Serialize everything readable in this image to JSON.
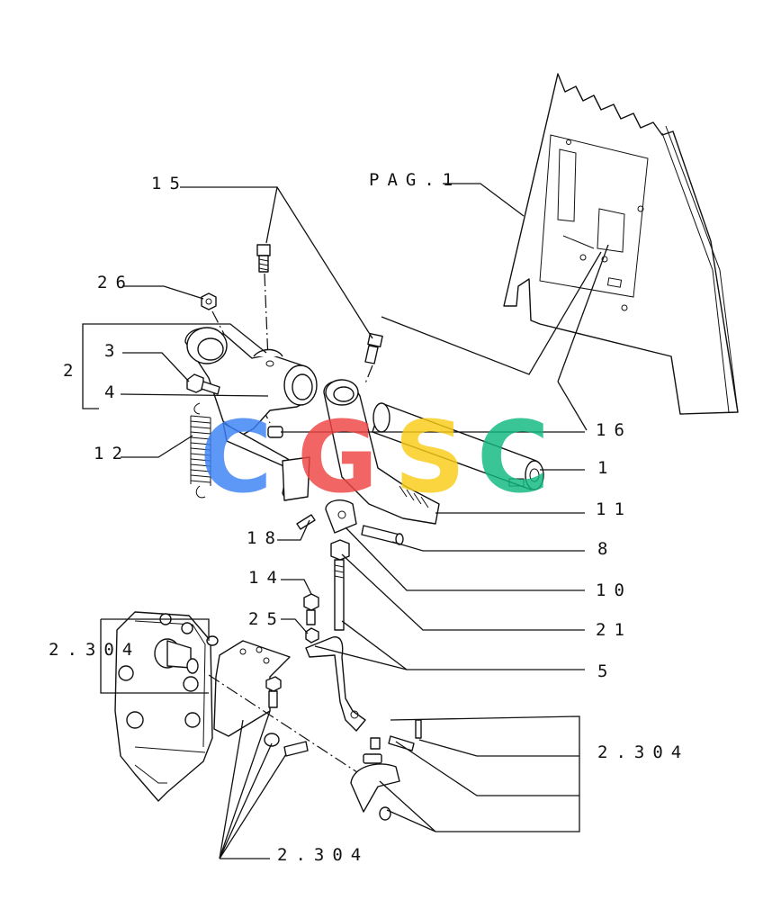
{
  "diagram": {
    "page_ref": "PAG.1",
    "watermark": {
      "text": "CGSC",
      "colors": [
        "#3b82f6",
        "#ef4444",
        "#facc15",
        "#10b981"
      ]
    },
    "callouts": [
      {
        "id": "c15",
        "text": "15"
      },
      {
        "id": "c26",
        "text": "26"
      },
      {
        "id": "c3",
        "text": "3"
      },
      {
        "id": "c2",
        "text": "2"
      },
      {
        "id": "c4",
        "text": "4"
      },
      {
        "id": "c12",
        "text": "12"
      },
      {
        "id": "c16",
        "text": "16"
      },
      {
        "id": "c1",
        "text": "1"
      },
      {
        "id": "c11",
        "text": "11"
      },
      {
        "id": "c18",
        "text": "18"
      },
      {
        "id": "c8",
        "text": "8"
      },
      {
        "id": "c10",
        "text": "10"
      },
      {
        "id": "c14",
        "text": "14"
      },
      {
        "id": "c21",
        "text": "21"
      },
      {
        "id": "c25",
        "text": "25"
      },
      {
        "id": "c5",
        "text": "5"
      },
      {
        "id": "c2304a",
        "text": "2.304"
      },
      {
        "id": "c2304b",
        "text": "2.304"
      },
      {
        "id": "c2304c",
        "text": "2.304"
      }
    ]
  }
}
